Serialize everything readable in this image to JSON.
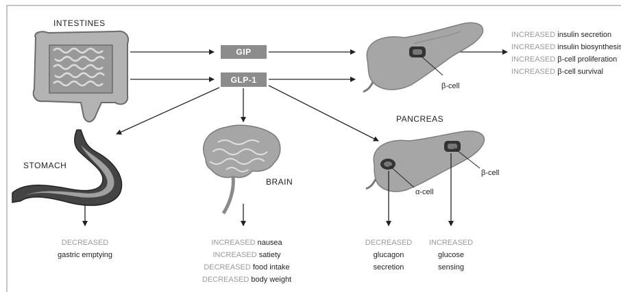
{
  "labels": {
    "intestines": "INTESTINES",
    "stomach": "STOMACH",
    "brain": "BRAIN",
    "pancreas": "PANCREAS",
    "gip": "GIP",
    "glp1": "GLP-1",
    "beta_cell_top": "β-cell",
    "beta_cell_bottom": "β-cell",
    "alpha_cell": "α-cell"
  },
  "pancreas_top_effects": [
    {
      "prefix": "INCREASED",
      "text": "insulin secretion"
    },
    {
      "prefix": "INCREASED",
      "text": "insulin biosynthesis"
    },
    {
      "prefix": "INCREASED",
      "text": "β-cell proliferation"
    },
    {
      "prefix": "INCREASED",
      "text": "β-cell survival"
    }
  ],
  "stomach_effect": {
    "prefix": "DECREASED",
    "text": "gastric emptying"
  },
  "brain_effects": [
    {
      "prefix": "INCREASED",
      "text": "nausea"
    },
    {
      "prefix": "INCREASED",
      "text": "satiety"
    },
    {
      "prefix": "DECREASED",
      "text": "food intake"
    },
    {
      "prefix": "DECREASED",
      "text": "body weight"
    }
  ],
  "alpha_effect": {
    "prefix": "DECREASED",
    "line1": "glucagon",
    "line2": "secretion"
  },
  "beta_effect": {
    "prefix": "INCREASED",
    "line1": "glucose",
    "line2": "sensing"
  },
  "colors": {
    "box": "#8c8c8c",
    "organ": "#a6a6a6",
    "organ_dark": "#555555",
    "accent_gray": "#9a9a9a"
  }
}
